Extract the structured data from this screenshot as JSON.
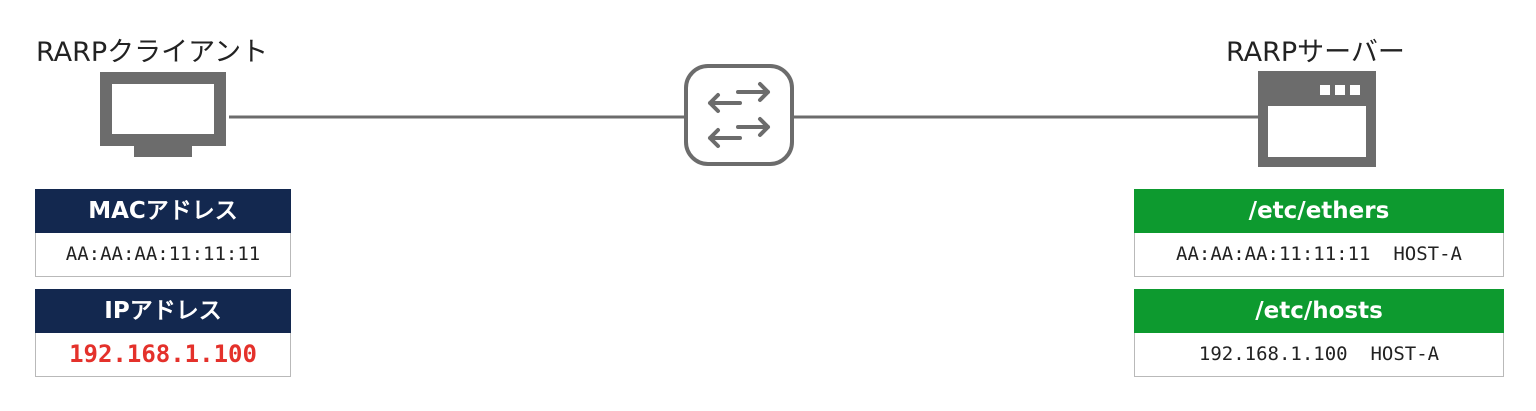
{
  "client": {
    "label": "RARPクライアント"
  },
  "server": {
    "label": "RARPサーバー"
  },
  "client_tables": {
    "mac": {
      "header": "MACアドレス",
      "value": "AA:AA:AA:11:11:11"
    },
    "ip": {
      "header": "IPアドレス",
      "value": "192.168.1.100"
    }
  },
  "server_tables": {
    "ethers": {
      "header": "/etc/ethers",
      "value": "AA:AA:AA:11:11:11  HOST-A"
    },
    "hosts": {
      "header": "/etc/hosts",
      "value": "192.168.1.100  HOST-A"
    }
  },
  "colors": {
    "navy_header": "#13284f",
    "green_header": "#0d9a2f",
    "ip_highlight": "#e4312b",
    "icon_gray": "#6c6c6c"
  },
  "icons": [
    "monitor-icon",
    "switch-icon",
    "server-window-icon"
  ]
}
